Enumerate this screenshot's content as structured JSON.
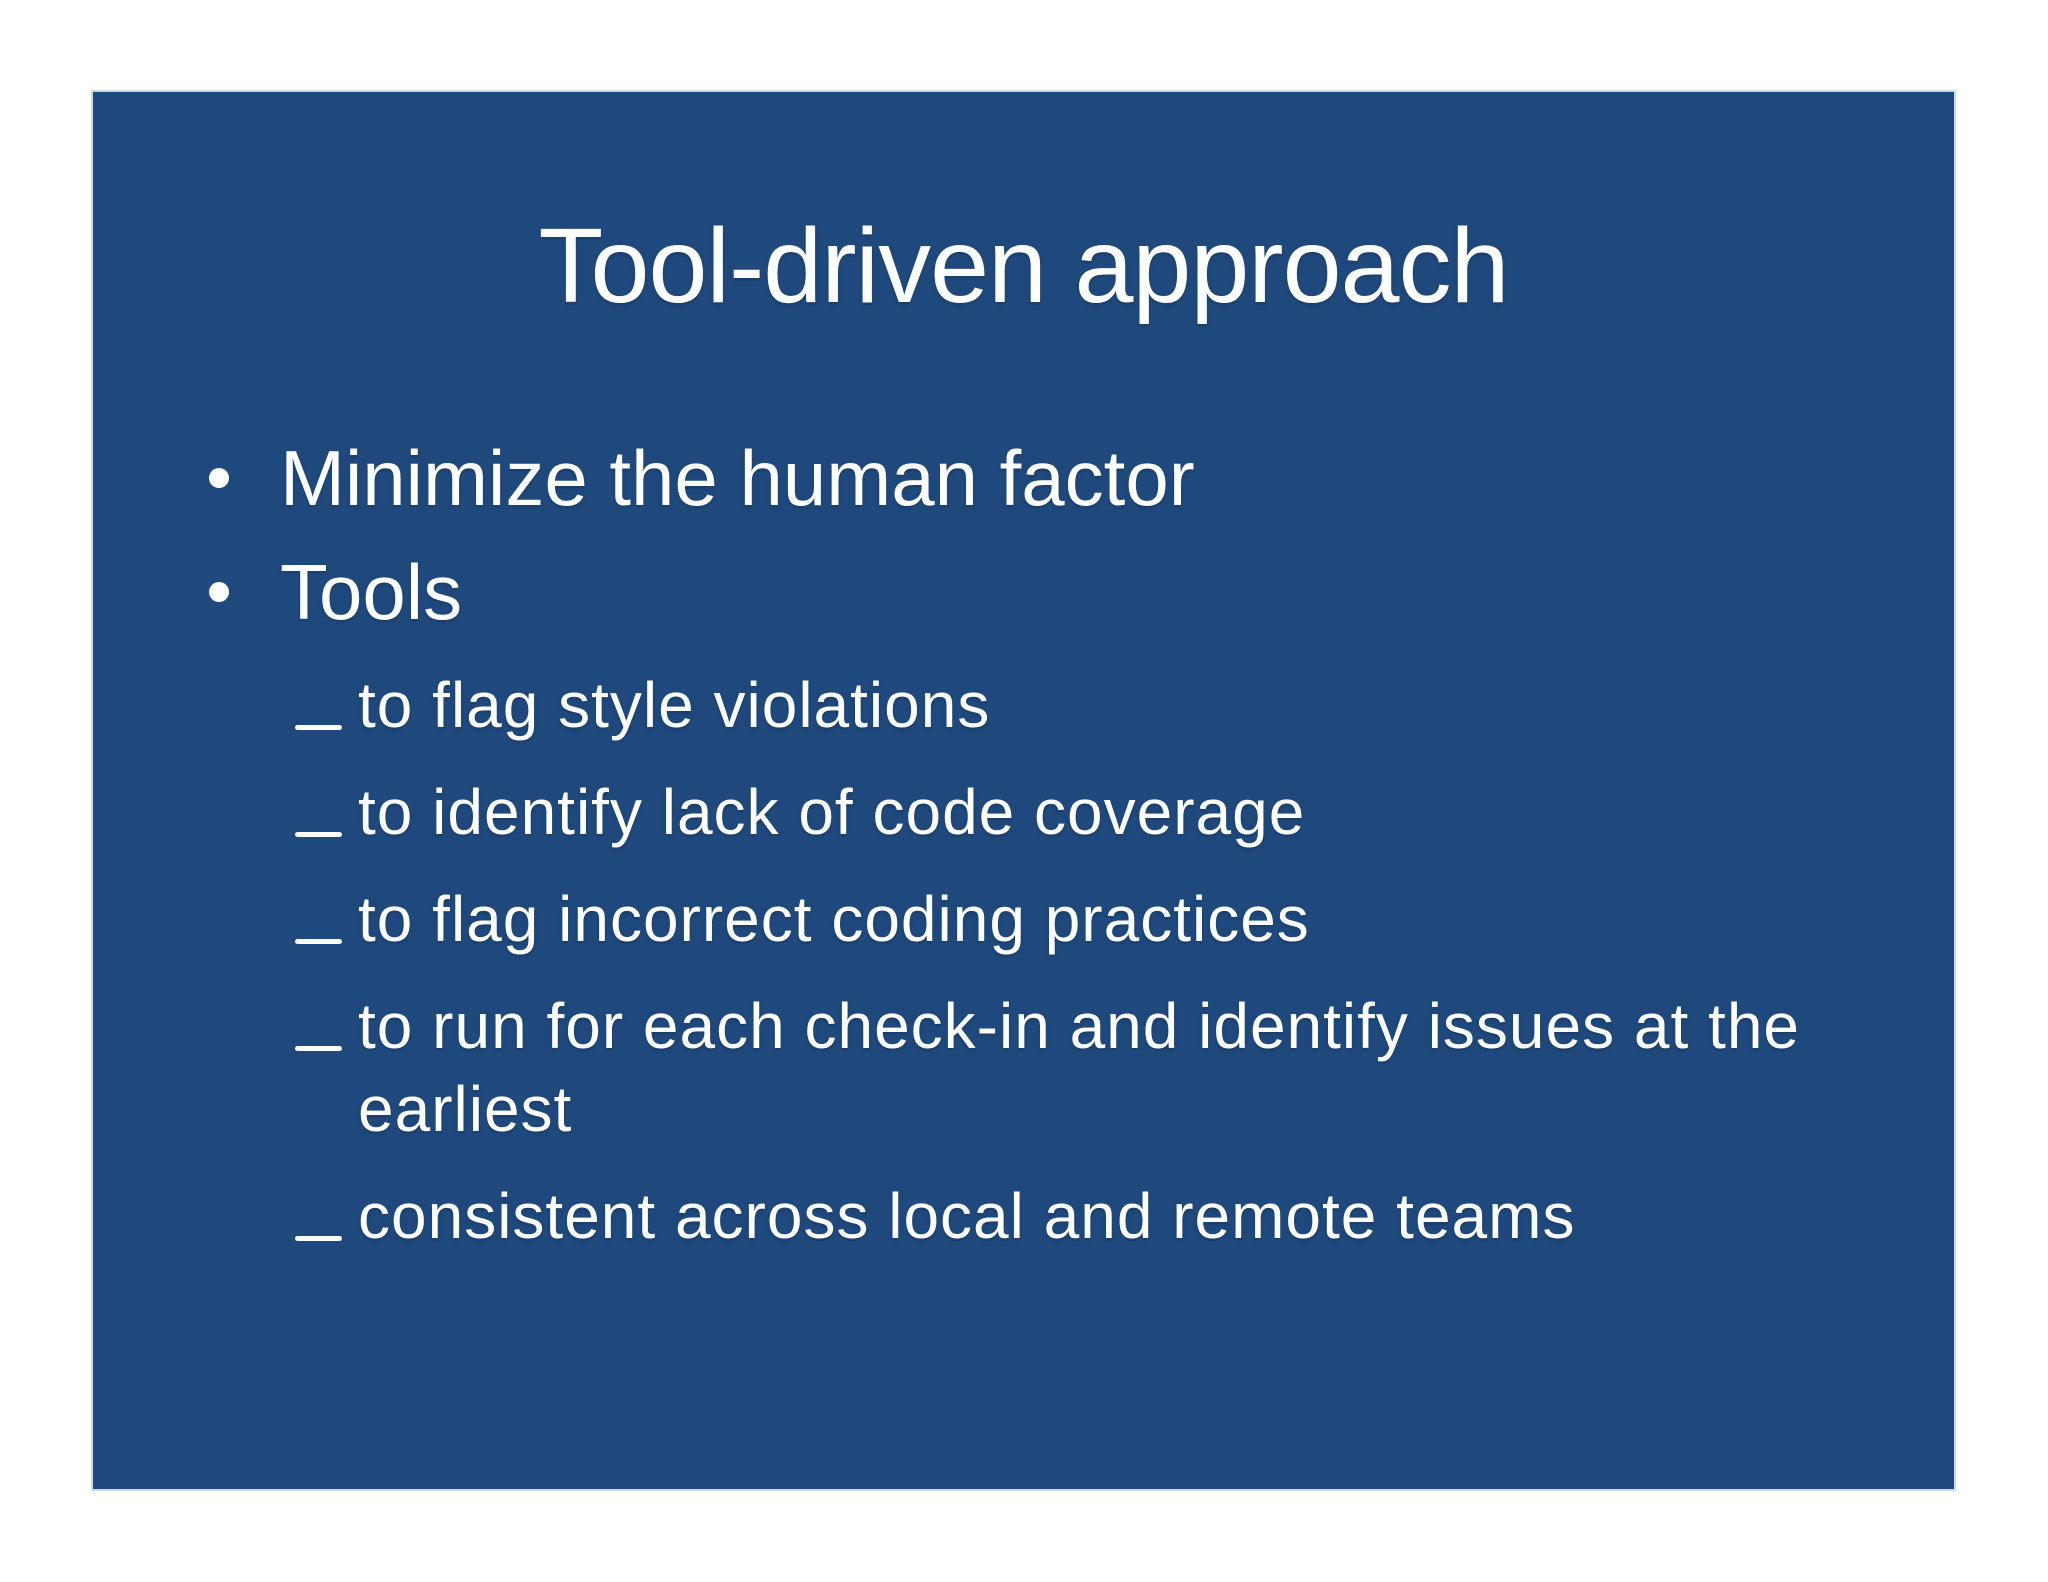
{
  "slide": {
    "title": "Tool-driven approach",
    "bullets": [
      {
        "text": "Minimize the human factor",
        "children": []
      },
      {
        "text": "Tools",
        "children": [
          "to flag style violations",
          "to identify lack of code coverage",
          "to flag incorrect coding practices",
          "to run for each check-in and identify issues at the earliest",
          "consistent across local and remote teams"
        ]
      }
    ]
  },
  "colors": {
    "slide_background": "#1F497D",
    "text": "#FDFEFF",
    "page_background": "#FFFFFF"
  }
}
